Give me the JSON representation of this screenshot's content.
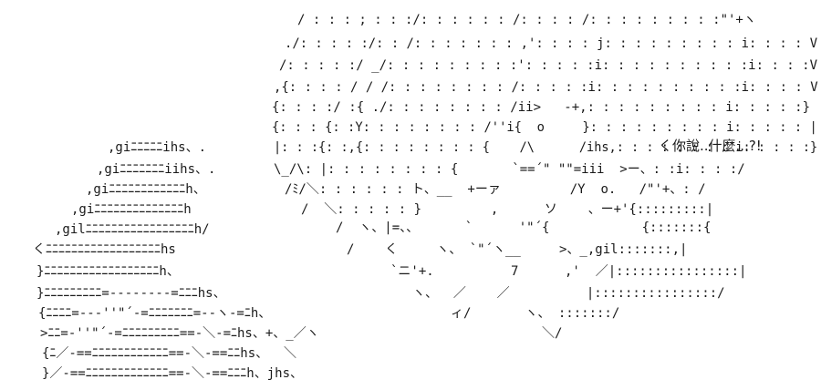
{
  "art": {
    "lines": [
      {
        "text": "/ : : : ; : : :/: : : : : : /: : : : /: : : : : : : : :\"'+ヽ"
      },
      {
        "text": "./: : : : :/: : /: : : : : : : ,': : : : j: : : : : : : : : i: : : : V"
      },
      {
        "text": "/: : : : :/ _/: : : : : : : : :': : : : :i: : : : : : : : : :i: : : :V"
      },
      {
        "text": ",{: : : : / / /: : : : : : : : /: : : : :i: : : : : : : : : :i: : : : V"
      },
      {
        "text": "{: : : :/ :{ ./: : : : : : : : /ii>   -+,: : : : : : : : : i: : : : :}"
      },
      {
        "text": "{: : : {: :Y: : : : : : : : /''i{  o     }: : : : : : : : : i: : : : : |"
      },
      {
        "text": "|: : :{: :,{: : : : : : : : {    /\\      /ihs,: : : : : : : : i: : : : :}"
      },
      {
        "text": "\\_/\\: |: : : : : : : : {       `==´\" \"\"=iii  >ー、: :i: : : :/"
      },
      {
        "text": "/ﾐ/＼: : : : : : ト、__  +ーァ         /Y  o.   /\"'+、: /"
      },
      {
        "text": "/  ＼: : : : : }         ,      ソ    、ー+'{:::::::::|"
      },
      {
        "text": "/  ヽ、|=、、      `      '\"´{            {:::::::{"
      },
      {
        "text": "/    く     ヽ、 `\"´ヽ__     >、_,gil:::::::,|"
      },
      {
        "text": "`ニ'+.          7      ,'  ／|::::::::::::::::|"
      },
      {
        "text": "ヽ、  ／    ／          |::::::::::::::::/"
      },
      {
        "text": "ィ/       ヽ、 :::::::/"
      },
      {
        "text": "＼/"
      }
    ],
    "ribbon": [
      {
        "text": ",giﾆﾆﾆﾆﾆihs、."
      },
      {
        "text": ",giﾆﾆﾆﾆﾆﾆﾆiihs、."
      },
      {
        "text": ",giﾆﾆﾆﾆﾆﾆﾆﾆﾆﾆﾆﾆh、"
      },
      {
        "text": ",giﾆﾆﾆﾆﾆﾆﾆﾆﾆﾆﾆﾆﾆﾆh"
      },
      {
        "text": ",gilﾆﾆﾆﾆﾆﾆﾆﾆﾆﾆﾆﾆﾆﾆﾆﾆﾆh/"
      },
      {
        "text": "くﾆﾆﾆﾆﾆﾆﾆﾆﾆﾆﾆﾆﾆﾆﾆﾆﾆﾆhs"
      },
      {
        "text": "}ﾆﾆﾆﾆﾆﾆﾆﾆﾆﾆﾆﾆﾆﾆﾆﾆﾆﾆh、"
      },
      {
        "text": "}ﾆﾆﾆﾆﾆﾆﾆﾆﾆ=--------=ﾆﾆﾆhs、"
      },
      {
        "text": "{ﾆﾆﾆﾆ=---''\"´-=ﾆﾆﾆﾆﾆﾆﾆ=--ヽ-=ﾆh、"
      },
      {
        "text": ">ﾆﾆ=-''\"´-=ﾆﾆﾆﾆﾆﾆﾆﾆﾆ==-＼-=ﾆhs、+、_／ヽ"
      },
      {
        "text": "{ﾆ／-==ﾆﾆﾆﾆﾆﾆﾆﾆﾆﾆﾆﾆ==-＼-==ﾆﾆhs、  ＼"
      },
      {
        "text": "}／-==ﾆﾆﾆﾆﾆﾆﾆﾆﾆﾆﾆﾆﾆ==-＼-==ﾆﾆﾆh、jhs、"
      }
    ]
  },
  "speech": {
    "text": "く你說..什麼...?!"
  }
}
